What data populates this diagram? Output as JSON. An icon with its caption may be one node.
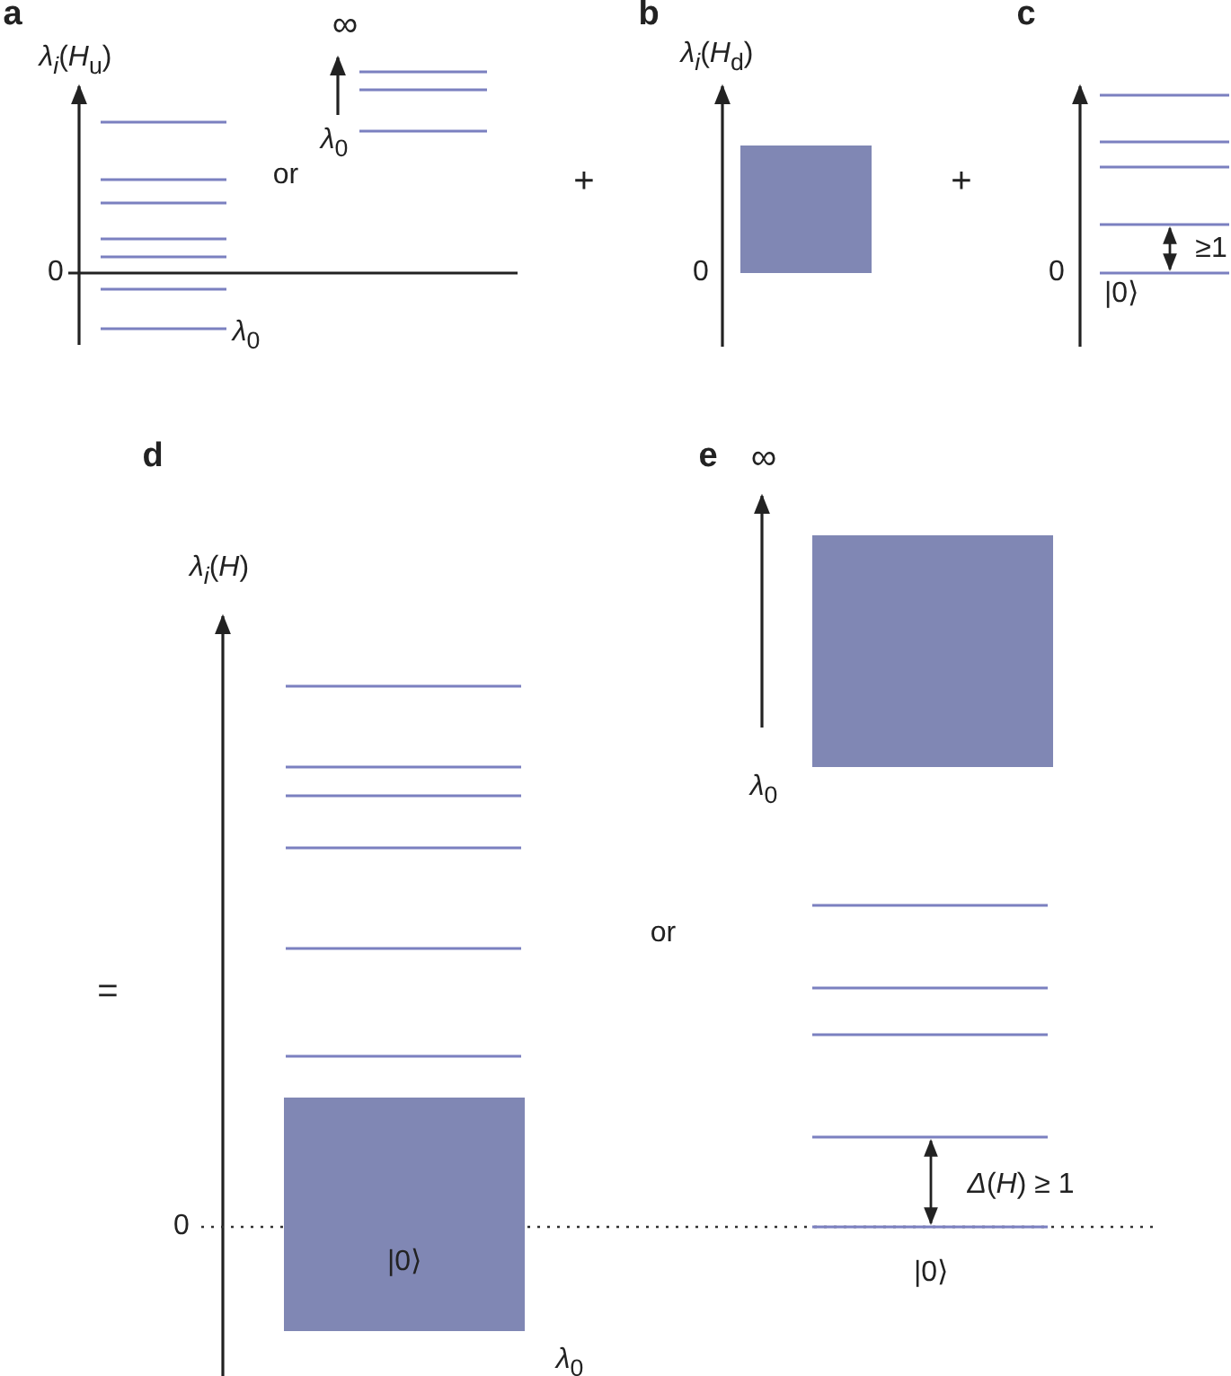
{
  "diagram": {
    "nodes": [
      {
        "text": [],
        "shape": "box"
      },
      {
        "text": [
          "|0⟩"
        ]
      },
      {
        "text": [],
        "shape": "box"
      }
    ],
    "labels": [
      "a",
      "*λ*$_{i}$(*H*$_{u}$)",
      "∞",
      "or",
      "*λ*$_{0}$",
      "+",
      "0",
      "*λ*$_{0}$",
      "b",
      "*λ*$_{i}$(*H*$_{d}$)",
      "+",
      "0",
      "c",
      "≥1",
      "0",
      "|0⟩",
      "d",
      "e",
      "∞",
      "*λ*$_{i}$(*H*)",
      "*λ*$_{0}$",
      "or",
      "=",
      "0",
      "*λ*$_{0}$",
      "*Δ*(*H*) ≥ 1",
      "|0⟩"
    ]
  }
}
